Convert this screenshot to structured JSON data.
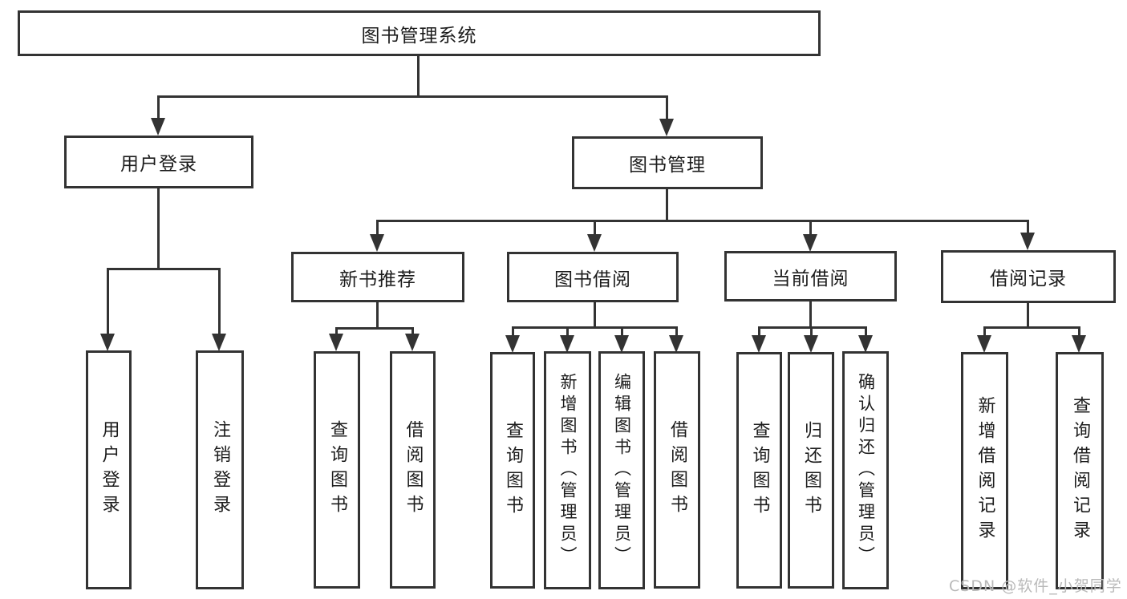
{
  "tree": {
    "root": {
      "label": "图书管理系统"
    },
    "branches": [
      {
        "label": "用户登录",
        "children": [
          {
            "label": "用户登录"
          },
          {
            "label": "注销登录"
          }
        ]
      },
      {
        "label": "图书管理",
        "children": [
          {
            "label": "新书推荐",
            "children": [
              {
                "label": "查询图书"
              },
              {
                "label": "借阅图书"
              }
            ]
          },
          {
            "label": "图书借阅",
            "children": [
              {
                "label": "查询图书"
              },
              {
                "label": "新增图书（管理员）"
              },
              {
                "label": "编辑图书（管理员）"
              },
              {
                "label": "借阅图书"
              }
            ]
          },
          {
            "label": "当前借阅",
            "children": [
              {
                "label": "查询图书"
              },
              {
                "label": "归还图书"
              },
              {
                "label": "确认归还（管理员）"
              }
            ]
          },
          {
            "label": "借阅记录",
            "children": [
              {
                "label": "新增借阅记录"
              },
              {
                "label": "查询借阅记录"
              }
            ]
          }
        ]
      }
    ]
  },
  "watermark": {
    "text": "CSDN @软件_小贺同学"
  },
  "colors": {
    "line": "#333333",
    "text": "#1c1c1c",
    "bg": "#ffffff",
    "watermark": "#b9b9b9"
  }
}
